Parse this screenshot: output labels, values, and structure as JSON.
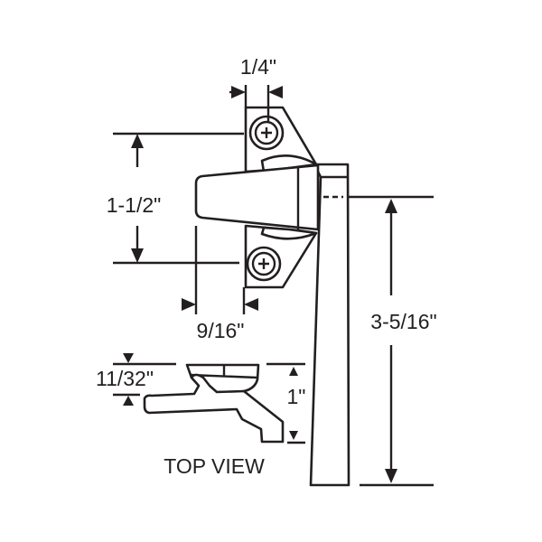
{
  "dimensions": {
    "width_quarter": "1/4\"",
    "screw_spacing": "1-1/2\"",
    "lever_offset": "9/16\"",
    "handle_length": "3-5/16\"",
    "top_view_thickness": "11/32\"",
    "top_view_depth": "1\""
  },
  "view_label": "TOP VIEW",
  "colors": {
    "line": "#231f20",
    "background": "#ffffff"
  }
}
